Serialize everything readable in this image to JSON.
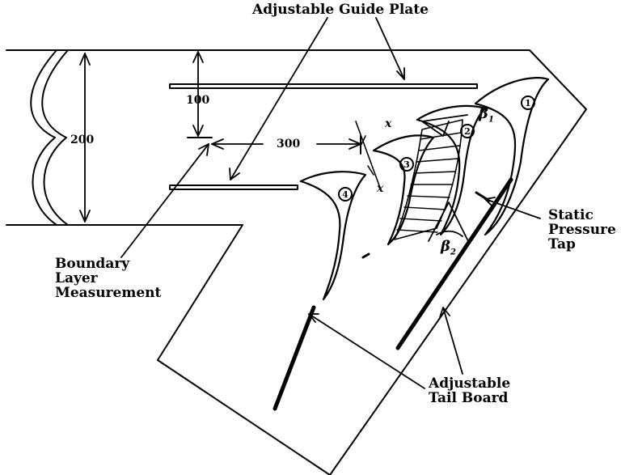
{
  "labels": {
    "guide_plate": "Adjustable Guide Plate",
    "boundary_layer": [
      "Boundary",
      "Layer",
      "Measurement"
    ],
    "static_pressure": [
      "Static",
      "Pressure",
      "Tap"
    ],
    "tail_board": [
      "Adjustable",
      "Tail Board"
    ]
  },
  "dimensions": {
    "d100": "100",
    "d200": "200",
    "d300": "300"
  },
  "blades": [
    "1",
    "2",
    "3",
    "4"
  ],
  "angles": {
    "beta1": "β",
    "beta1_sub": "1",
    "beta2": "β",
    "beta2_sub": "2",
    "x_axis": "x"
  },
  "colors": {
    "ink": "#000000",
    "paper": "#ffffff"
  }
}
